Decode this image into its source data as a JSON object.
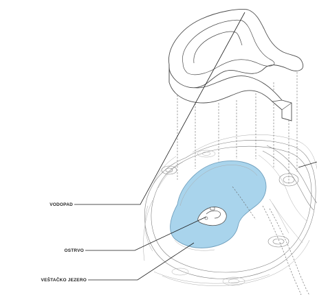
{
  "labels": {
    "waterfall": "VODOPAD",
    "island": "OSTRVO",
    "lake": "VEŠTAČKO JEZERO"
  },
  "colors": {
    "lake_fill": "#a9d4ec",
    "lake_stroke": "#6f9fbd",
    "line": "#1a1a1a",
    "contour": "#7f7f7f",
    "background": "#ffffff"
  }
}
